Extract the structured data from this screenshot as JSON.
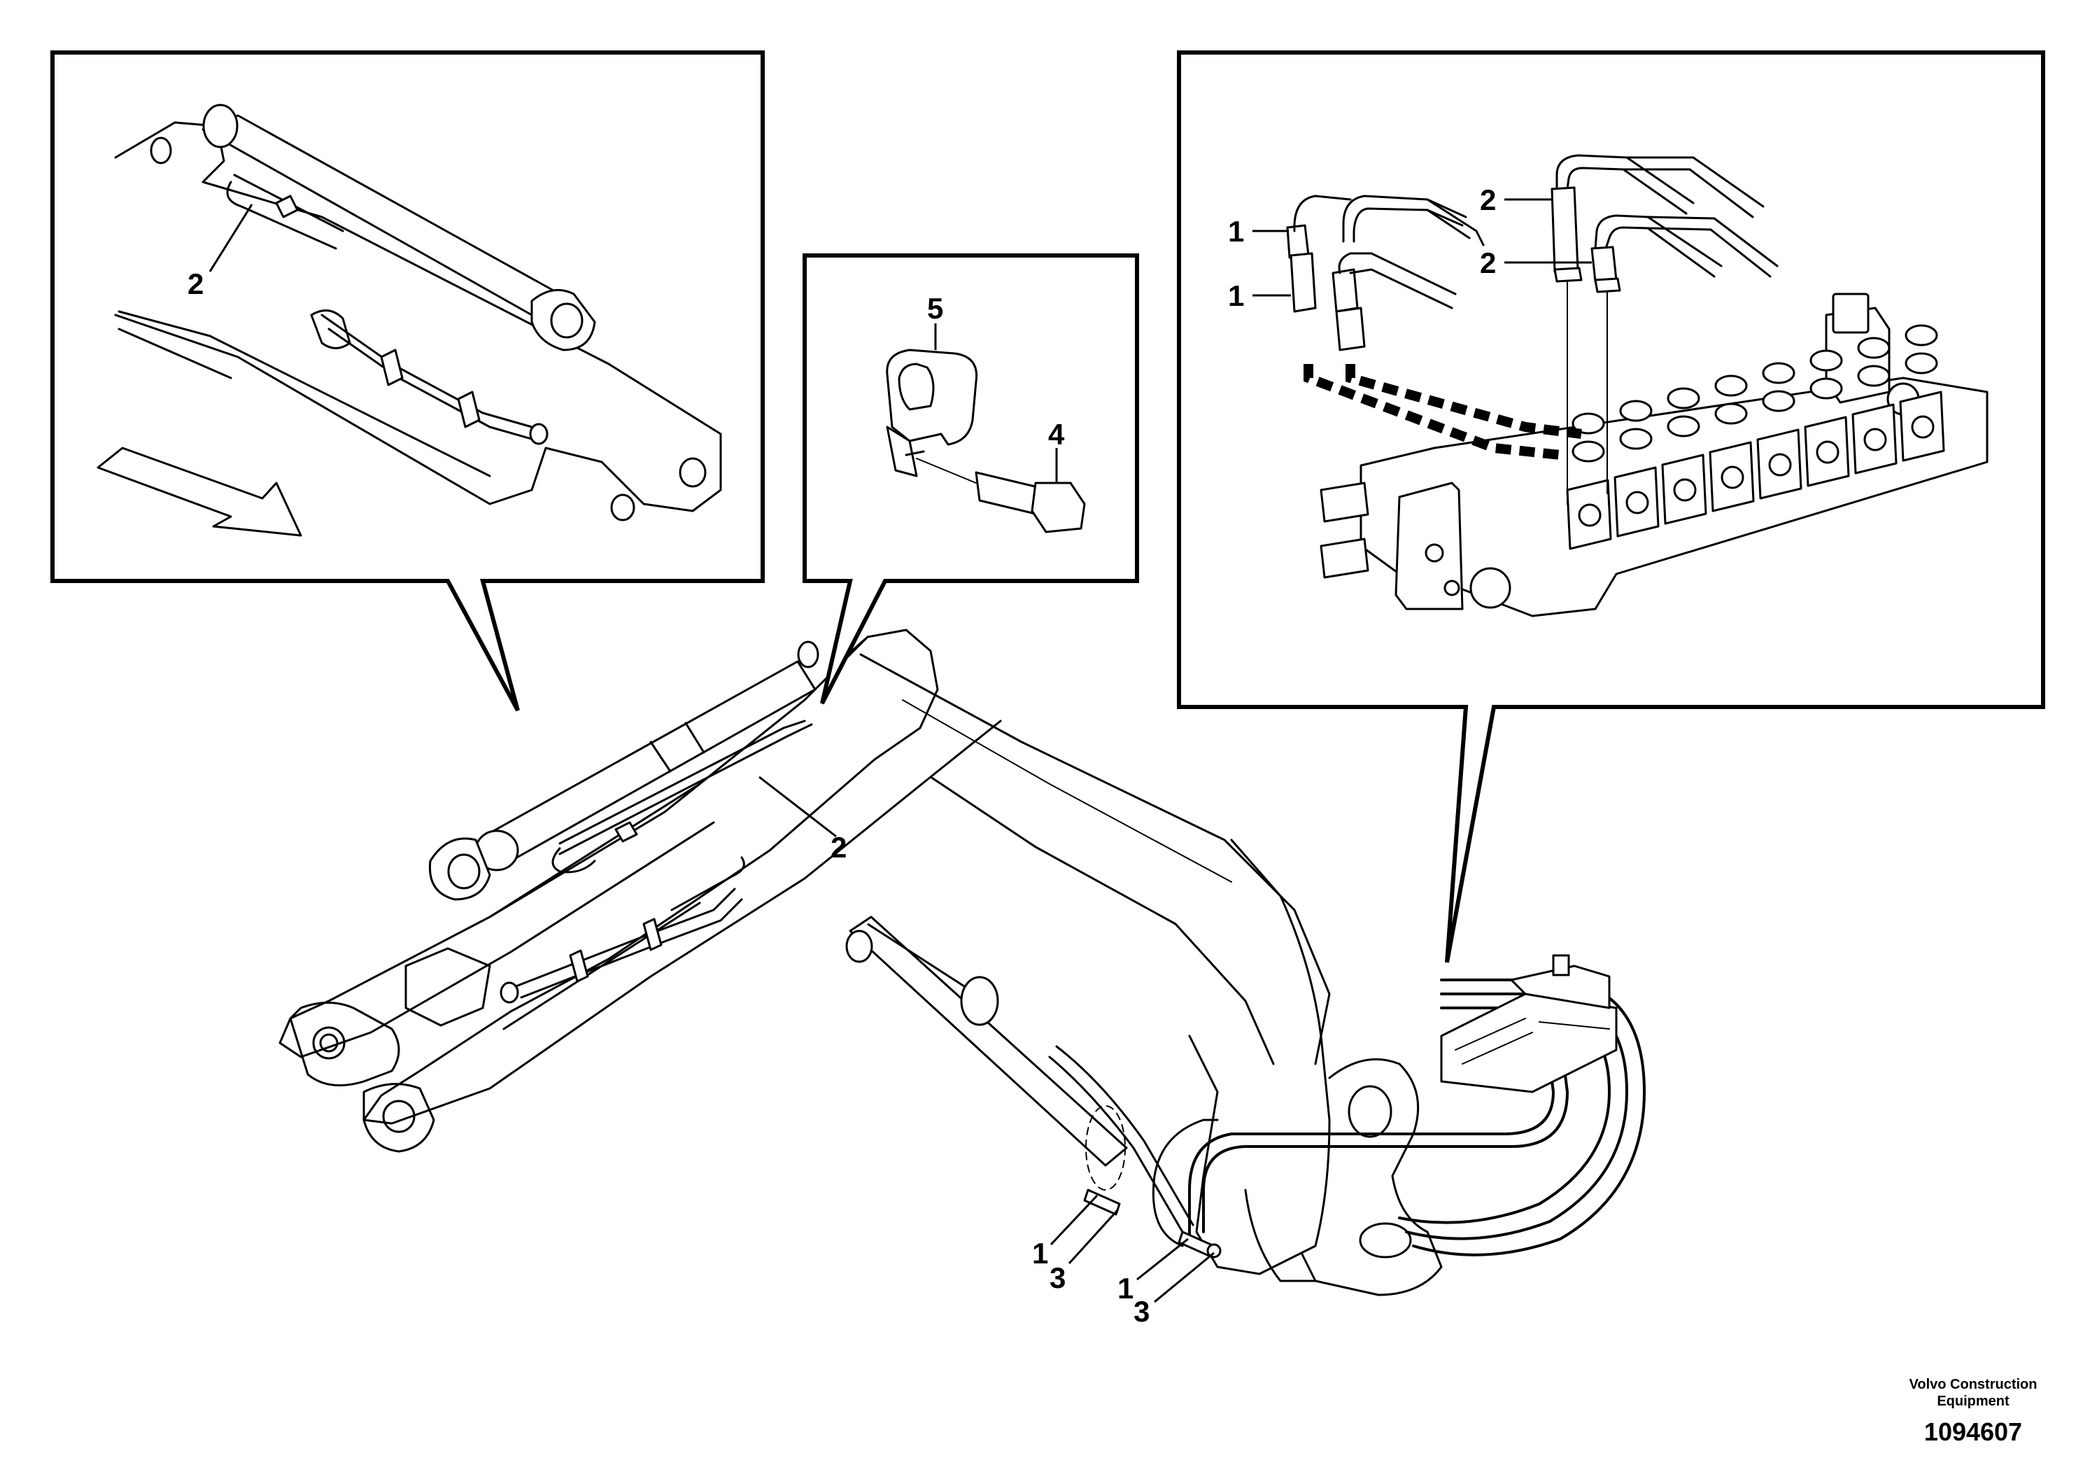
{
  "callouts": {
    "left_box_2": "2",
    "center_box_5": "5",
    "center_box_4": "4",
    "right_box_1a": "1",
    "right_box_1b": "1",
    "right_box_2a": "2",
    "right_box_2b": "2",
    "main_2": "2",
    "main_1a": "1",
    "main_3a": "3",
    "main_1b": "1",
    "main_3b": "3"
  },
  "footer": {
    "brand_line1": "Volvo Construction",
    "brand_line2": "Equipment",
    "drawing_number": "1094607"
  }
}
